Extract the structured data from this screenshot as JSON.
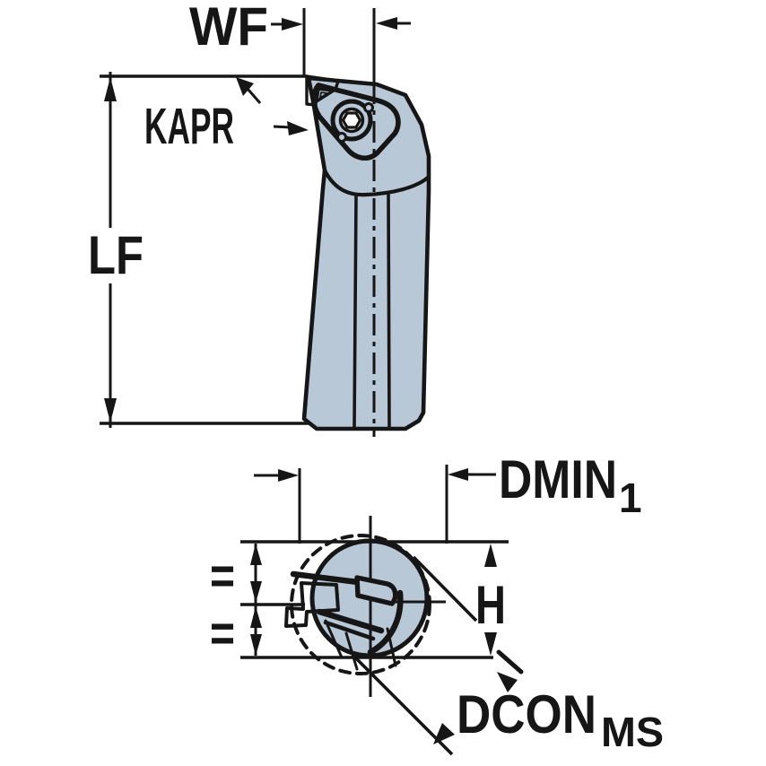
{
  "drawing": {
    "title": "tool-holder-dimension-drawing",
    "labels": {
      "wf": "WF",
      "kapr": "KAPR",
      "lf": "LF",
      "dmin": "DMIN",
      "dmin_subscript": "1",
      "h": "H",
      "dcon": "DCON",
      "dcon_subscript": "MS",
      "equal_top": "=",
      "equal_bottom": "="
    },
    "colors": {
      "body_fill": "#b9c8d6",
      "insert_fill": "#f2c100",
      "line": "#161616",
      "background": "#ffffff"
    }
  }
}
